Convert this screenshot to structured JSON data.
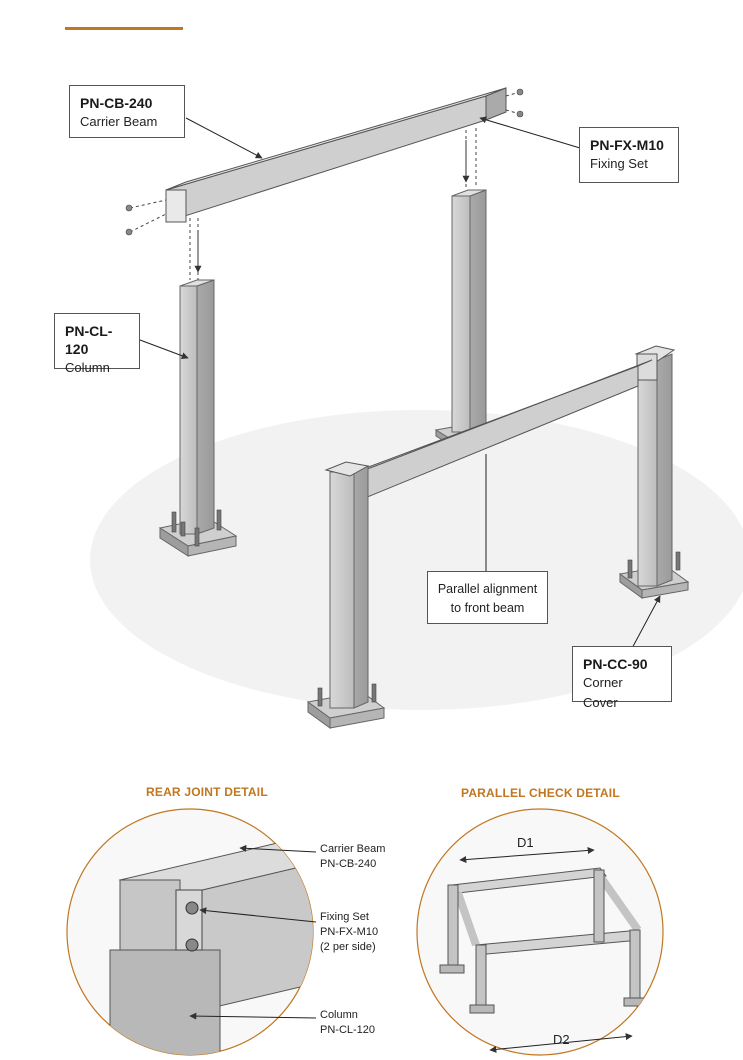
{
  "accent_color": "#c0771f",
  "callouts": {
    "carrier_beam": {
      "code": "PN-CB-240",
      "name": "Carrier Beam"
    },
    "fixing_set": {
      "code": "PN-FX-M10",
      "name": "Fixing Set"
    },
    "column": {
      "code": "PN-CL-120",
      "name": "Column"
    },
    "alignment": {
      "line1": "Parallel alignment",
      "line2": "to front beam"
    },
    "corner_cover": {
      "code": "PN-CC-90",
      "name": "Corner Cover"
    }
  },
  "details": {
    "rear_joint": {
      "title": "REAR JOINT DETAIL",
      "labels": {
        "beam": [
          "Carrier Beam",
          "PN-CB-240"
        ],
        "fixing": [
          "Fixing Set",
          "PN-FX-M10",
          "(2 per side)"
        ],
        "column": [
          "Column",
          "PN-CL-120"
        ]
      }
    },
    "parallel_check": {
      "title": "PARALLEL CHECK DETAIL",
      "dimensions": [
        "D1",
        "D2"
      ]
    }
  }
}
